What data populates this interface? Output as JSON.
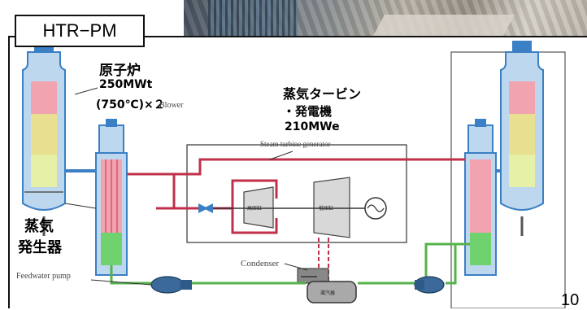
{
  "title": "HTR−PM",
  "reactor_label": {
    "name": "原子炉",
    "power": "250MWt",
    "detail": "(750℃)×２"
  },
  "turbine_label": {
    "name": "蒸気タービン",
    "sub": "・発電機",
    "power": "210MWe"
  },
  "sg_label": {
    "line1": "蒸気",
    "line2": "発生器"
  },
  "figure_labels": {
    "steam_turbine_generator": "Steam turbine generator",
    "blower": "Blower",
    "condenser": "Condenser",
    "feedwater_pump": "Feedwater pump",
    "hp_turbine": "高压缸",
    "lp_turbine": "低压缸",
    "condenser_body": "凝汽器"
  },
  "page_number": "10",
  "colors": {
    "steam_line": "#c0304a",
    "feedwater_line": "#55b34a",
    "vessel_blue": "#3b7fc4",
    "core_pink": "#f2a3b0",
    "core_yellow": "#e8e090",
    "core_green": "#6fd26f"
  }
}
